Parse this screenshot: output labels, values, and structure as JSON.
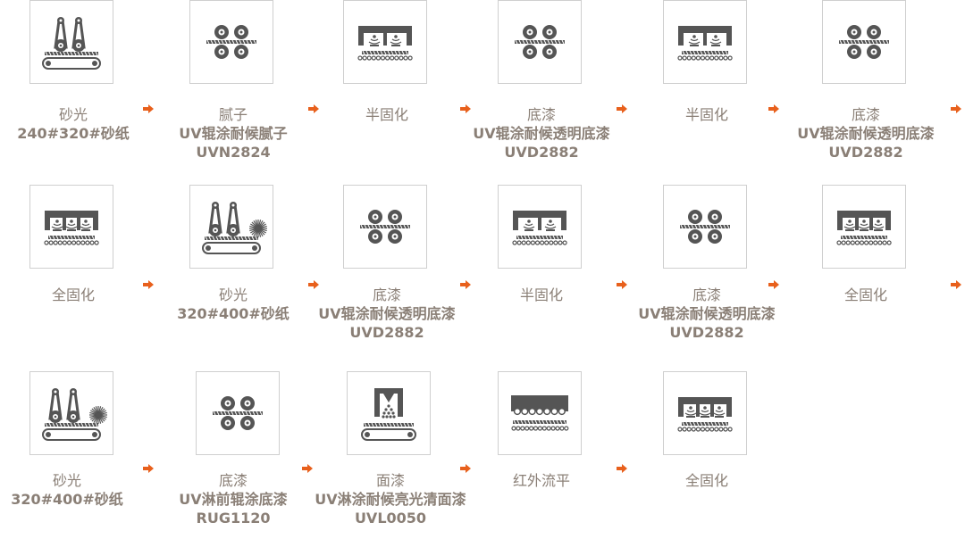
{
  "colors": {
    "icon": "#555555",
    "text": "#8a7f76",
    "arrow": "#e8601c",
    "border": "#cfcfcf"
  },
  "steps": [
    {
      "icon": "sander-belt-icon",
      "name": "砂光",
      "lines": [
        "240#320#砂纸"
      ]
    },
    {
      "icon": "roller-coater-icon",
      "name": "腻子",
      "lines": [
        "UV辊涂耐候腻子",
        "UVN2824"
      ]
    },
    {
      "icon": "uv-lamp-2-icon",
      "name": "半固化",
      "lines": []
    },
    {
      "icon": "roller-coater-icon",
      "name": "底漆",
      "lines": [
        "UV辊涂耐候透明底漆",
        "UVD2882"
      ]
    },
    {
      "icon": "uv-lamp-2-icon",
      "name": "半固化",
      "lines": []
    },
    {
      "icon": "roller-coater-icon",
      "name": "底漆",
      "lines": [
        "UV辊涂耐候透明底漆",
        "UVD2882"
      ]
    },
    {
      "icon": "uv-lamp-3-icon",
      "name": "全固化",
      "lines": []
    },
    {
      "icon": "sander-brush-icon",
      "name": "砂光",
      "lines": [
        "320#400#砂纸"
      ]
    },
    {
      "icon": "roller-coater-icon",
      "name": "底漆",
      "lines": [
        "UV辊涂耐候透明底漆",
        "UVD2882"
      ]
    },
    {
      "icon": "uv-lamp-2-icon",
      "name": "半固化",
      "lines": []
    },
    {
      "icon": "roller-coater-icon",
      "name": "底漆",
      "lines": [
        "UV辊涂耐候透明底漆",
        "UVD2882"
      ]
    },
    {
      "icon": "uv-lamp-3-icon",
      "name": "全固化",
      "lines": []
    },
    {
      "icon": "sander-brush-icon",
      "name": "砂光",
      "lines": [
        "320#400#砂纸"
      ]
    },
    {
      "icon": "roller-coater-icon",
      "name": "底漆",
      "lines": [
        "UV淋前辊涂底漆",
        "RUG1120"
      ]
    },
    {
      "icon": "curtain-coater-icon",
      "name": "面漆",
      "lines": [
        "UV淋涂耐候亮光清面漆",
        "UVL0050"
      ]
    },
    {
      "icon": "infrared-leveling-icon",
      "name": "红外流平",
      "lines": []
    },
    {
      "icon": "uv-lamp-3-icon",
      "name": "全固化",
      "lines": []
    }
  ]
}
